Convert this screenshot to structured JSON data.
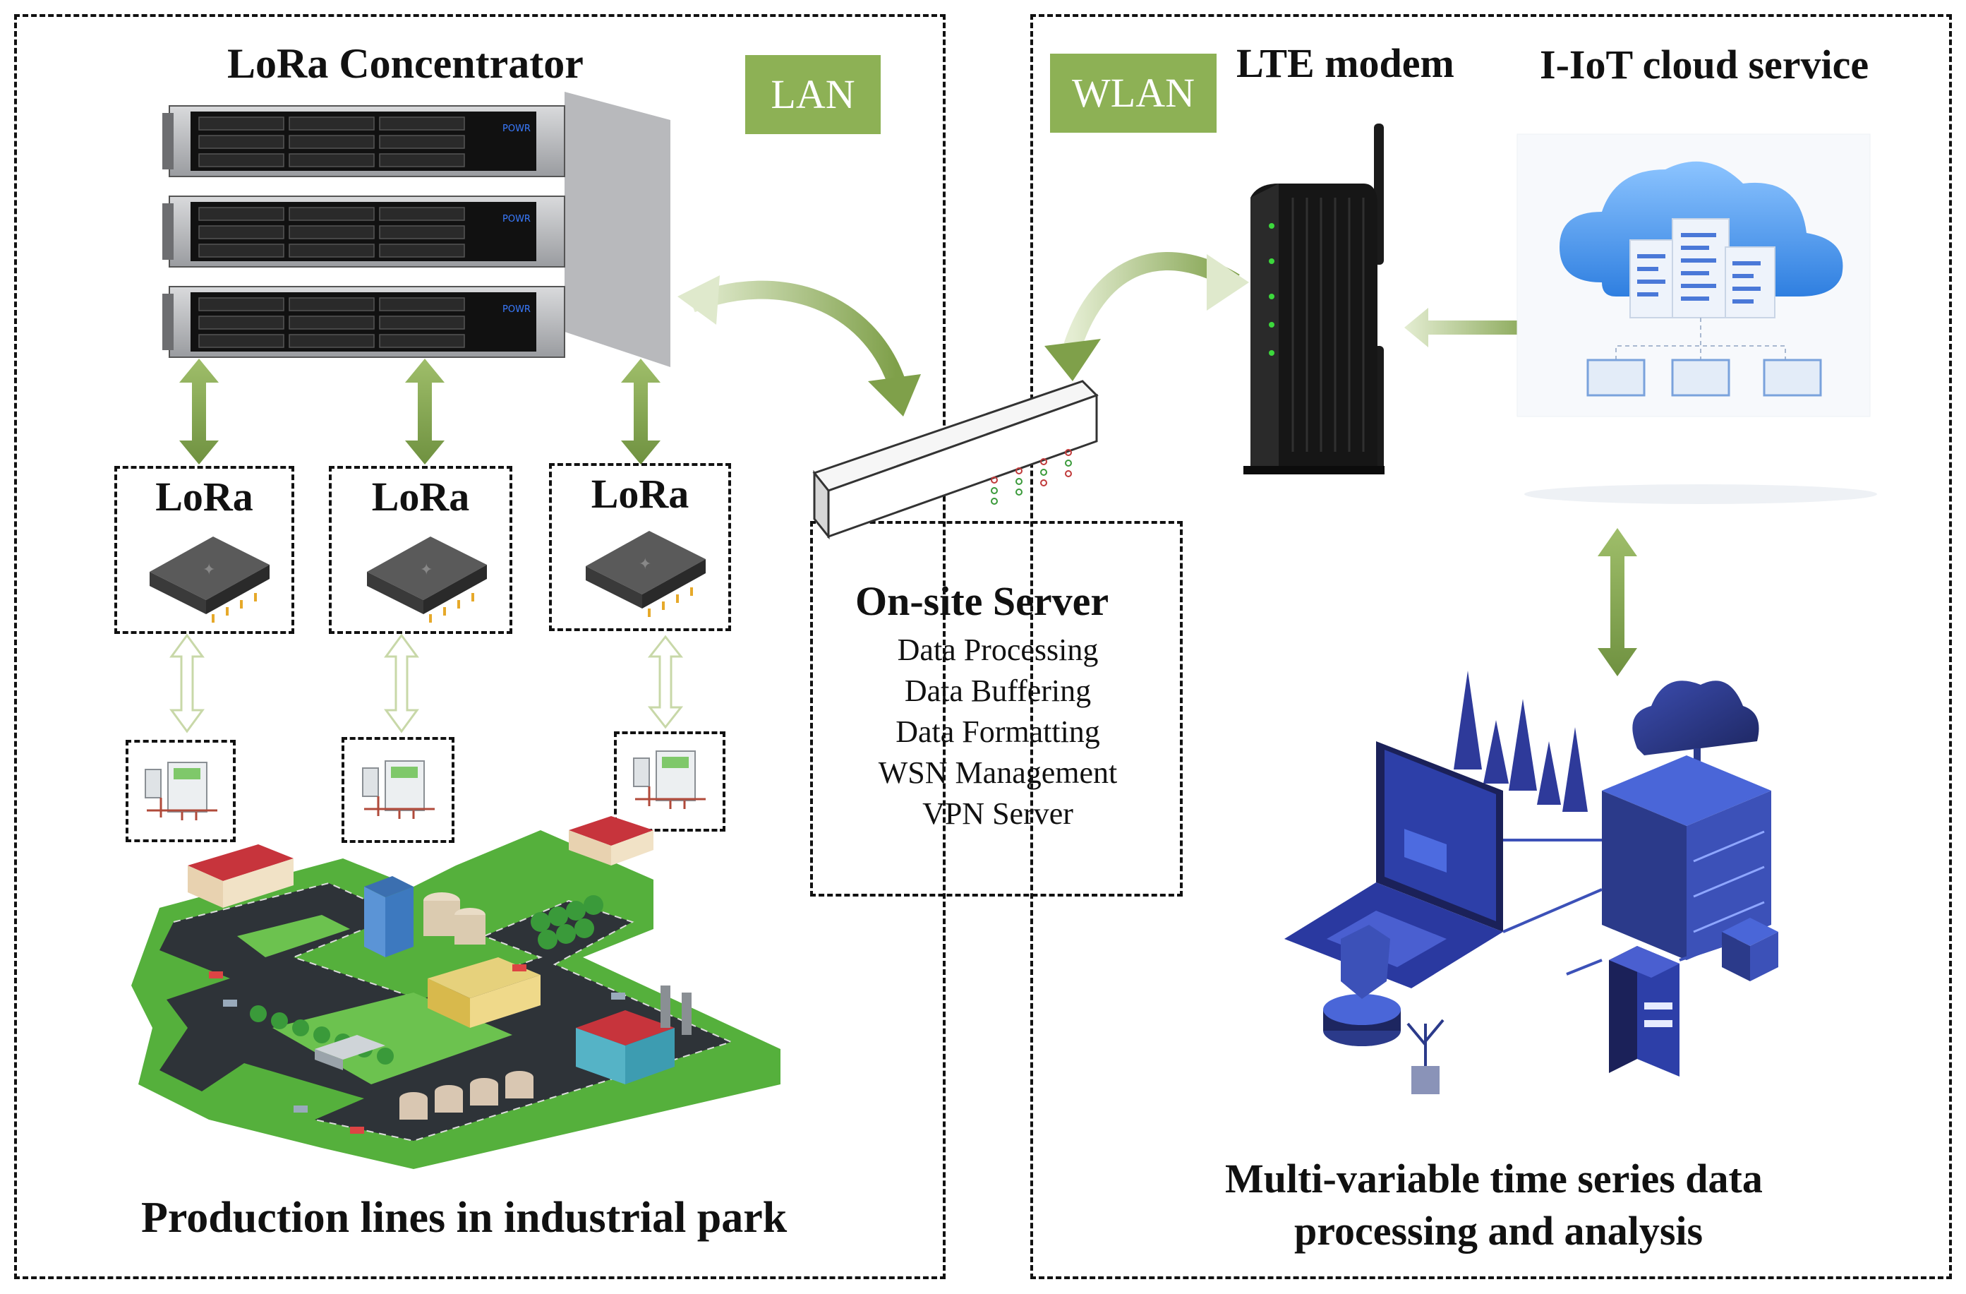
{
  "left_panel": {
    "concentrator_title": "LoRa Concentrator",
    "lan_tag": "LAN",
    "lora_nodes": [
      {
        "label": "LoRa"
      },
      {
        "label": "LoRa"
      },
      {
        "label": "LoRa"
      }
    ],
    "rack_label": "POWR",
    "caption": "Production lines in industrial park"
  },
  "server": {
    "title": "On-site Server",
    "functions": [
      "Data Processing",
      "Data Buffering",
      "Data Formatting",
      "WSN Management",
      "VPN Server"
    ]
  },
  "right_panel": {
    "wlan_tag": "WLAN",
    "modem_title": "LTE modem",
    "cloud_title": "I-IoT cloud service",
    "caption_line1": "Multi-variable time series data",
    "caption_line2": "processing and analysis"
  },
  "colors": {
    "tag_green": "#8db155",
    "arrow_green": "#7fa04a",
    "dashed_border": "#111111",
    "cloud_blue": "#3d8ee8",
    "iso_navy": "#2b3a8a"
  }
}
